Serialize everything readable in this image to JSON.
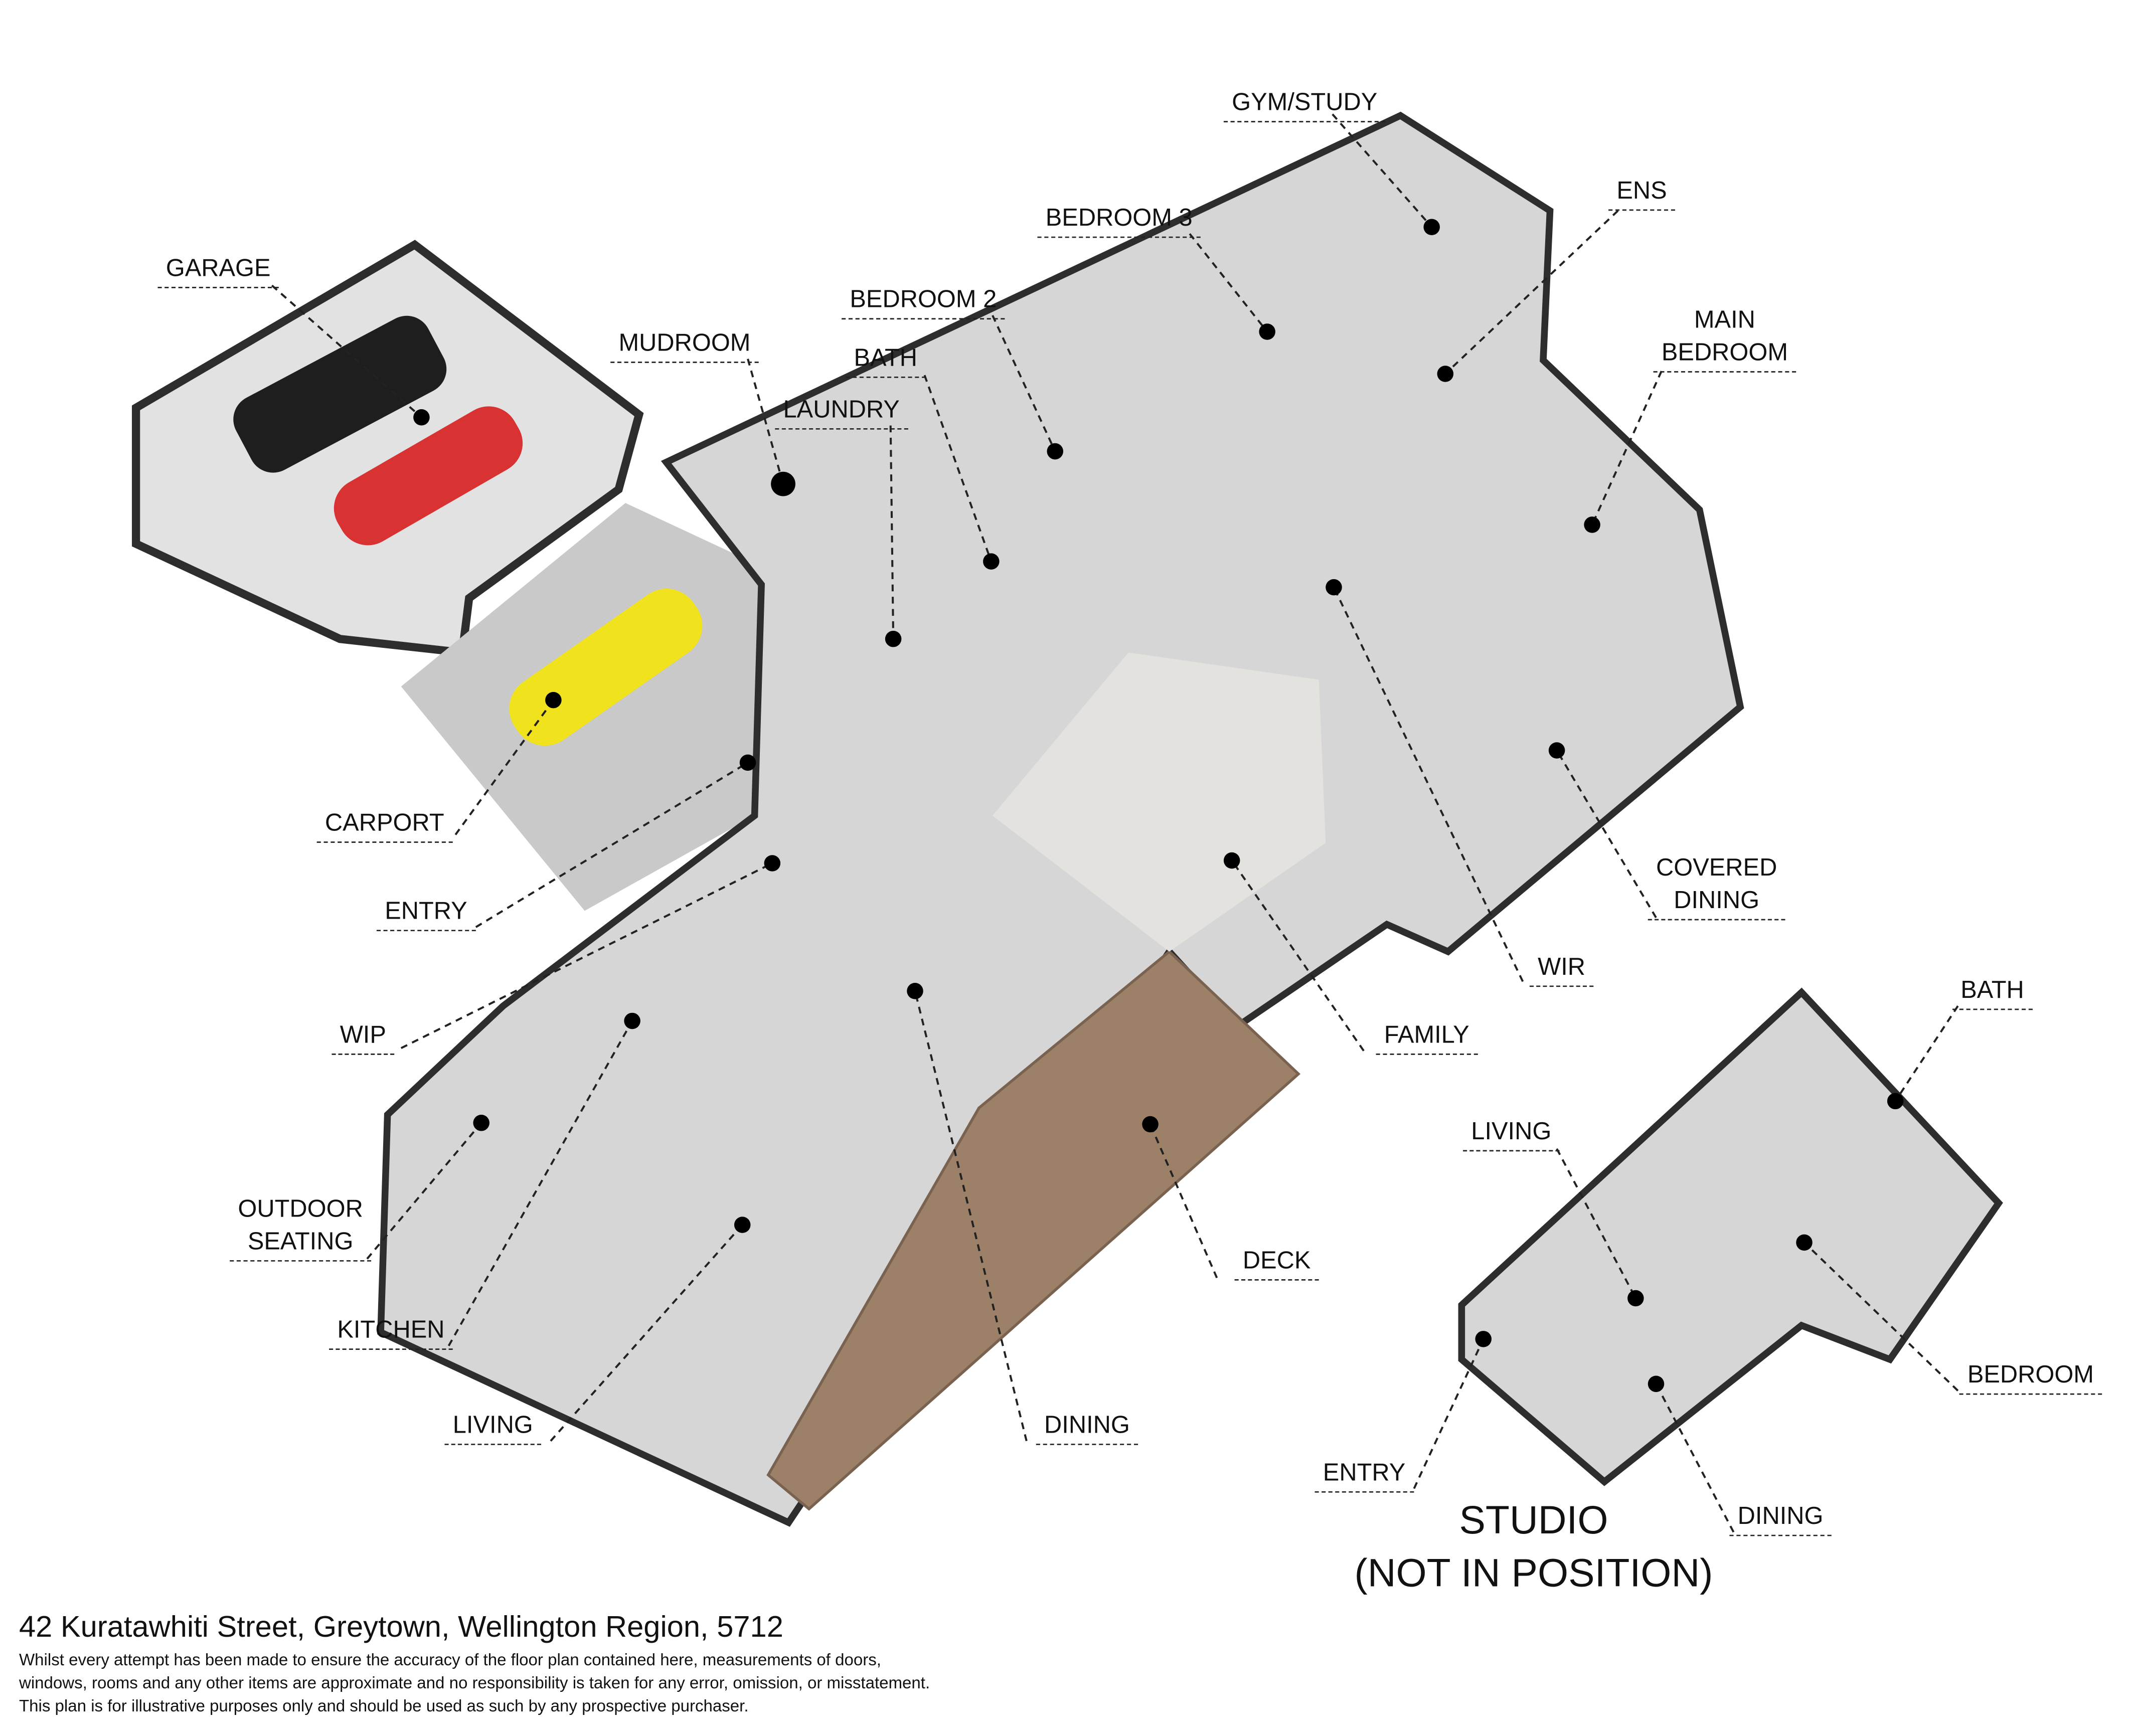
{
  "labels": {
    "gym_study": "GYM/STUDY",
    "ens": "ENS",
    "bedroom3": "BEDROOM 3",
    "bedroom2": "BEDROOM 2",
    "mudroom": "MUDROOM",
    "bath": "BATH",
    "laundry": "LAUNDRY",
    "garage": "GARAGE",
    "main_bedroom": [
      "MAIN",
      "BEDROOM"
    ],
    "carport": "CARPORT",
    "entry": "ENTRY",
    "wip": "WIP",
    "outdoor_seating": [
      "OUTDOOR",
      "SEATING"
    ],
    "kitchen": "KITCHEN",
    "living": "LIVING",
    "dining": "DINING",
    "deck": "DECK",
    "family": "FAMILY",
    "wir": "WIR",
    "covered_dining": [
      "COVERED",
      "DINING"
    ]
  },
  "studio": {
    "title": [
      "STUDIO",
      "(NOT IN POSITION)"
    ],
    "bath": "BATH",
    "living": "LIVING",
    "bedroom": "BEDROOM",
    "entry": "ENTRY",
    "dining": "DINING"
  },
  "footer": {
    "address": "42 Kuratawhiti Street, Greytown, Wellington Region, 5712",
    "disclaimer": [
      "Whilst every attempt has been made to ensure the accuracy of the floor plan contained here, measurements of doors,",
      "windows, rooms and any other items are approximate and no responsibility is taken for any error, omission, or misstatement.",
      "This plan is for illustrative purposes only and should be used as such by any prospective purchaser."
    ]
  },
  "colors": {
    "floor": "#d6d6d6",
    "wall": "#2d2d2d",
    "deck": "#9c8068",
    "car_black": "#1e1e1e",
    "car_red": "#d83232",
    "car_yellow": "#f0e21c"
  }
}
